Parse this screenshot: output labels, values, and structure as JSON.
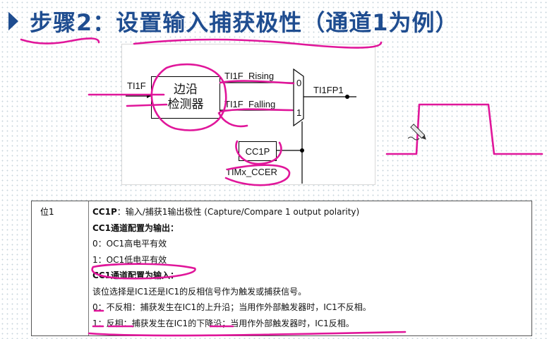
{
  "title": "步骤2：设置输入捕获极性（通道1为例）",
  "diagram": {
    "input_label": "TI1F",
    "edge_detector_line1": "边沿",
    "edge_detector_line2": "检测器",
    "rising_label": "TI1F_Rising",
    "falling_label": "TI1F_Falling",
    "mux_in0": "0",
    "mux_in1": "1",
    "output_label": "TI1FP1",
    "cc1p_label": "CC1P",
    "register_label": "TIMx_CCER"
  },
  "table": {
    "bit_label": "位1",
    "rows": [
      {
        "bold": "CC1P",
        "text": "：输入/捕获1输出极性 (Capture/Compare 1 output polarity)"
      },
      {
        "bold": "CC1通道配置为输出：",
        "text": ""
      },
      {
        "bold": "",
        "text": "0：OC1高电平有效"
      },
      {
        "bold": "",
        "text": "1：OC1低电平有效"
      },
      {
        "bold": "CC1通道配置为输入：",
        "text": ""
      },
      {
        "bold": "",
        "text": "该位选择是IC1还是IC1的反相信号作为触发或捕获信号。"
      },
      {
        "bold": "",
        "text": "0：不反相：捕获发生在IC1的上升沿；当用作外部触发器时，IC1不反相。"
      },
      {
        "bold": "",
        "text": "1：反相：捕获发生在IC1的下降沿；当用作外部触发器时，IC1反相。"
      }
    ]
  },
  "colors": {
    "title": "#1f4d90",
    "annotation": "#e0169a"
  }
}
